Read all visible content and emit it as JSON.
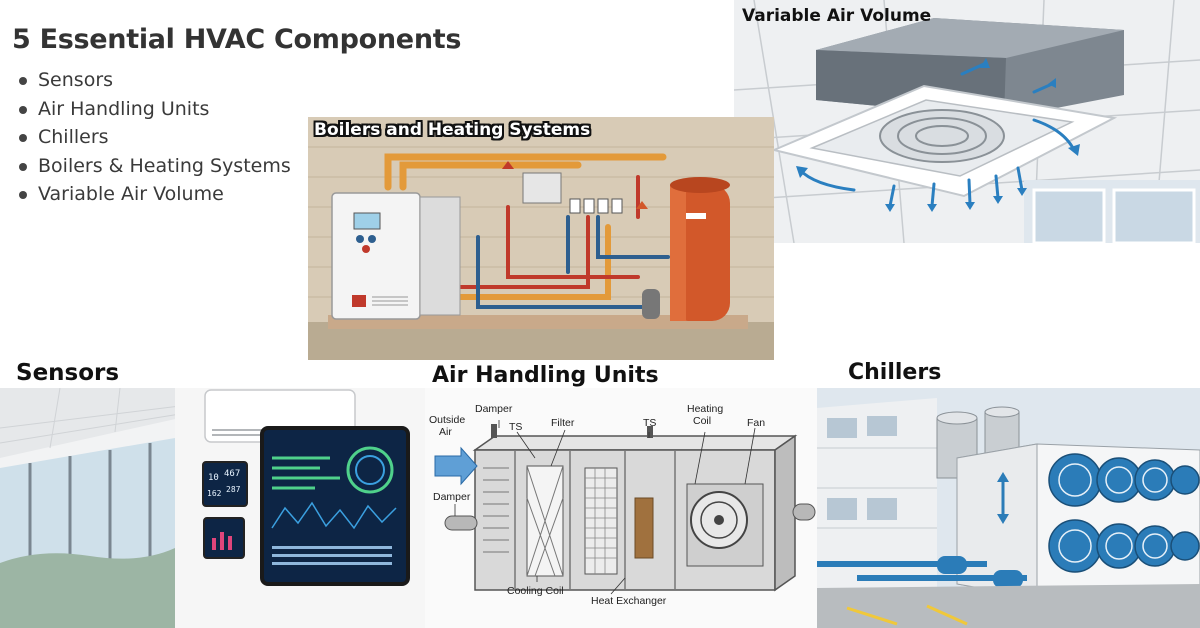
{
  "header": {
    "title": "5 Essential HVAC Components",
    "bullets": [
      "Sensors",
      "Air Handling Units",
      "Chillers",
      "Boilers & Heating Systems",
      "Variable Air Volume"
    ]
  },
  "panels": {
    "vav": {
      "label": "Variable Air Volume"
    },
    "boilers": {
      "label": "Boilers and Heating Systems"
    },
    "sensors": {
      "label": "Sensors",
      "readout_top": "467",
      "readout_left": "10",
      "readout_bottom_left": "162",
      "readout_bottom_right": "287"
    },
    "ahu": {
      "label": "Air Handling Units",
      "annotations": {
        "outside_air_1": "Outside",
        "outside_air_2": "Air",
        "damper_top": "Damper",
        "ts_left": "TS",
        "filter": "Filter",
        "ts_right": "TS",
        "heating_coil_1": "Heating",
        "heating_coil_2": "Coil",
        "fan": "Fan",
        "damper_bottom": "Damper",
        "cooling_coil": "Cooling Coil",
        "heat_exchanger": "Heat Exchanger"
      }
    },
    "chillers": {
      "label": "Chillers"
    }
  },
  "colors": {
    "pipe_orange": "#e39a3a",
    "pipe_red": "#c0392b",
    "pipe_blue": "#2e5f8f",
    "tank_orange": "#d2582a",
    "air_arrow_blue": "#2a7fc0",
    "screen_bg": "#0d2545",
    "chiller_blue": "#2b7cb8"
  }
}
